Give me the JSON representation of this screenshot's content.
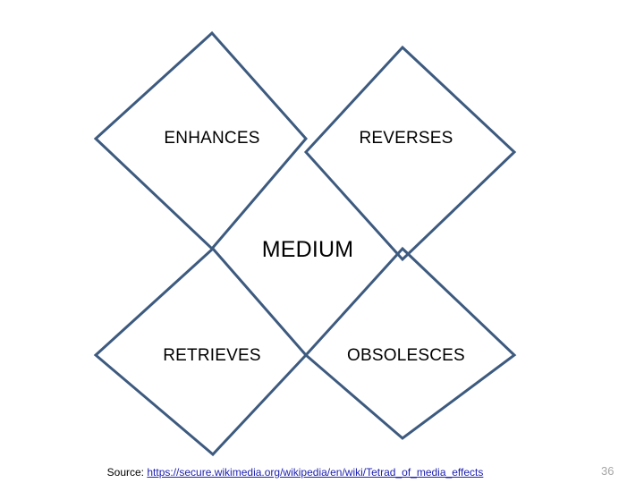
{
  "slide": {
    "page_number": "36",
    "diagram_stroke_color": "#3d5a7f",
    "background_color": "#ffffff"
  },
  "diagram": {
    "name": "tetrad-of-media-effects",
    "center": {
      "label": "MEDIUM"
    },
    "quadrants": [
      {
        "id": "enhances",
        "label": "ENHANCES",
        "position": "top-left"
      },
      {
        "id": "reverses",
        "label": "REVERSES",
        "position": "top-right"
      },
      {
        "id": "retrieves",
        "label": "RETRIEVES",
        "position": "bottom-left"
      },
      {
        "id": "obsolesces",
        "label": "OBSOLESCES",
        "position": "bottom-right"
      }
    ]
  },
  "source": {
    "label": "Source: ",
    "url_text": "https://secure.wikimedia.org/wikipedia/en/wiki/Tetrad_of_media_effects",
    "link_color": "#1f21b0"
  }
}
